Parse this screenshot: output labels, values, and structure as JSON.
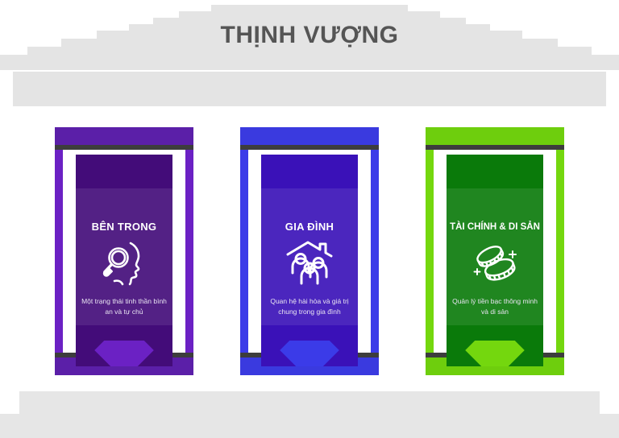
{
  "header": {
    "title": "THỊNH VƯỢNG",
    "title_color": "#555555",
    "stone_color": "#e4e4e4"
  },
  "columns": [
    {
      "id": "ben-trong",
      "title": "BÊN TRONG",
      "description": "Một trạng thái tinh thần bình an và tự chủ",
      "icon": "magnifier-head-icon",
      "capital_color": "#5B1FA8",
      "shaft_color": "#6B21C4",
      "banner_color": "#430C79",
      "banner_mid_color": "#521A99"
    },
    {
      "id": "gia-dinh",
      "title": "GIA ĐÌNH",
      "description": "Quan hệ hài hòa và giá trị chung trong gia đình",
      "icon": "family-house-icon",
      "capital_color": "#3A3ADF",
      "shaft_color": "#3B3BE8",
      "banner_color": "#3A11B8",
      "banner_mid_color": "#4323C6"
    },
    {
      "id": "tai-chinh-di-san",
      "title": "TÀI CHÍNH & DI SẢN",
      "description": "Quản lý tiền bạc thông minh và di sản",
      "icon": "coins-icon",
      "capital_color": "#6ECE0D",
      "shaft_color": "#74D70E",
      "banner_color": "#0A7A0A",
      "banner_mid_color": "#138913"
    }
  ]
}
